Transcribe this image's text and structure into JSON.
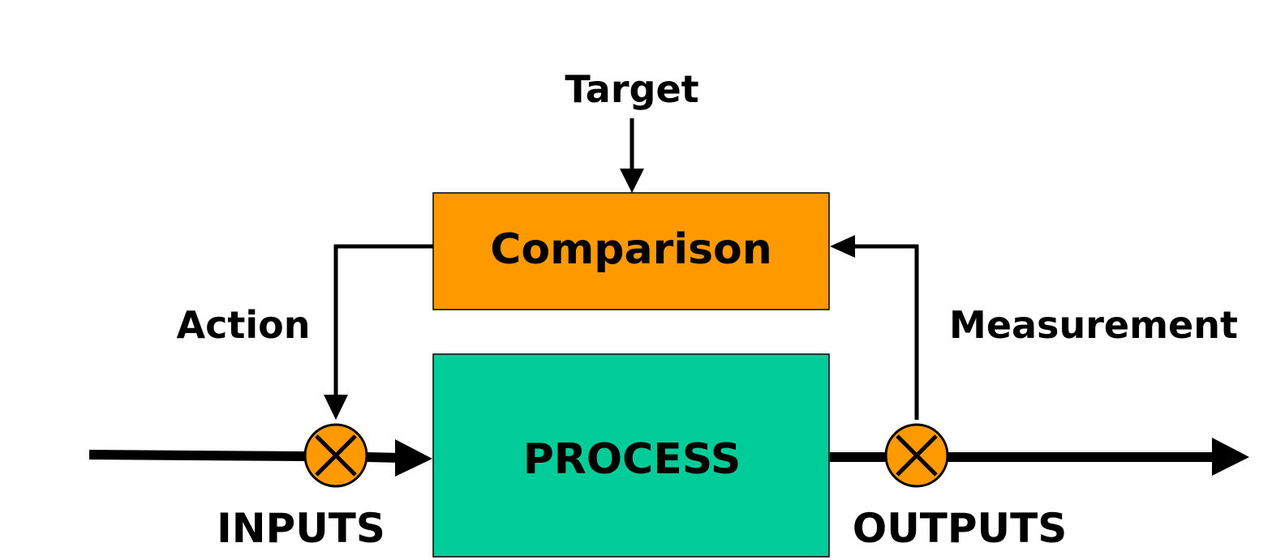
{
  "diagram": {
    "nodes": {
      "comparison": {
        "label": "Comparison",
        "fill": "#FF9900"
      },
      "process": {
        "label": "PROCESS",
        "fill": "#00CC99"
      }
    },
    "labels": {
      "target": "Target",
      "action": "Action",
      "measurement": "Measurement",
      "inputs": "INPUTS",
      "outputs": "OUTPUTS"
    },
    "junctions": [
      {
        "id": "input-junction",
        "icon": "cross-circle-icon",
        "fill": "#FF9900"
      },
      {
        "id": "output-junction",
        "icon": "cross-circle-icon",
        "fill": "#FF9900"
      }
    ],
    "edges": [
      {
        "from": "Target",
        "to": "Comparison"
      },
      {
        "from": "Comparison",
        "to": "input-junction",
        "label": "Action"
      },
      {
        "from": "INPUTS",
        "to": "PROCESS"
      },
      {
        "from": "PROCESS",
        "to": "OUTPUTS"
      },
      {
        "from": "output-junction",
        "to": "Comparison",
        "label": "Measurement"
      }
    ],
    "colors": {
      "line": "#000000",
      "background": "#ffffff"
    }
  }
}
